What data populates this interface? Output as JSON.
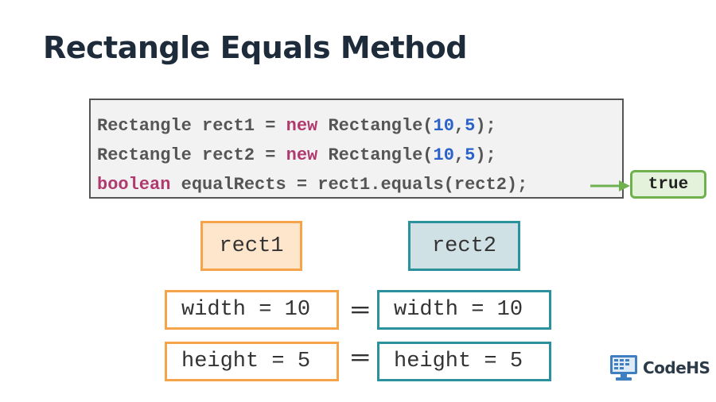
{
  "title": "Rectangle Equals Method",
  "code": {
    "line1": {
      "type": "Rectangle",
      "var": " rect1 = ",
      "kw": "new",
      "ctor": " Rectangle(",
      "a": "10",
      "comma": ",",
      "b": "5",
      "end": ");"
    },
    "line2": {
      "type": "Rectangle",
      "var": " rect2 = ",
      "kw": "new",
      "ctor": " Rectangle(",
      "a": "10",
      "comma": ",",
      "b": "5",
      "end": ");"
    },
    "line3": {
      "kw": "boolean",
      "rest": " equalRects = rect1.equals(rect2);"
    }
  },
  "result": "true",
  "objects": {
    "rect1": {
      "label": "rect1",
      "width": "width = 10",
      "height": "height = 5"
    },
    "rect2": {
      "label": "rect2",
      "width": "width = 10",
      "height": "height = 5"
    }
  },
  "comparison_operator": "==",
  "brand": {
    "name": "CodeHS",
    "icon": "computer-monitor-icon"
  },
  "colors": {
    "keyword": "#b03a6e",
    "number": "#2a62c9",
    "rect1_border": "#f6a44a",
    "rect2_border": "#2b919d",
    "result_border": "#6fb04f",
    "title": "#1d2b3a"
  }
}
